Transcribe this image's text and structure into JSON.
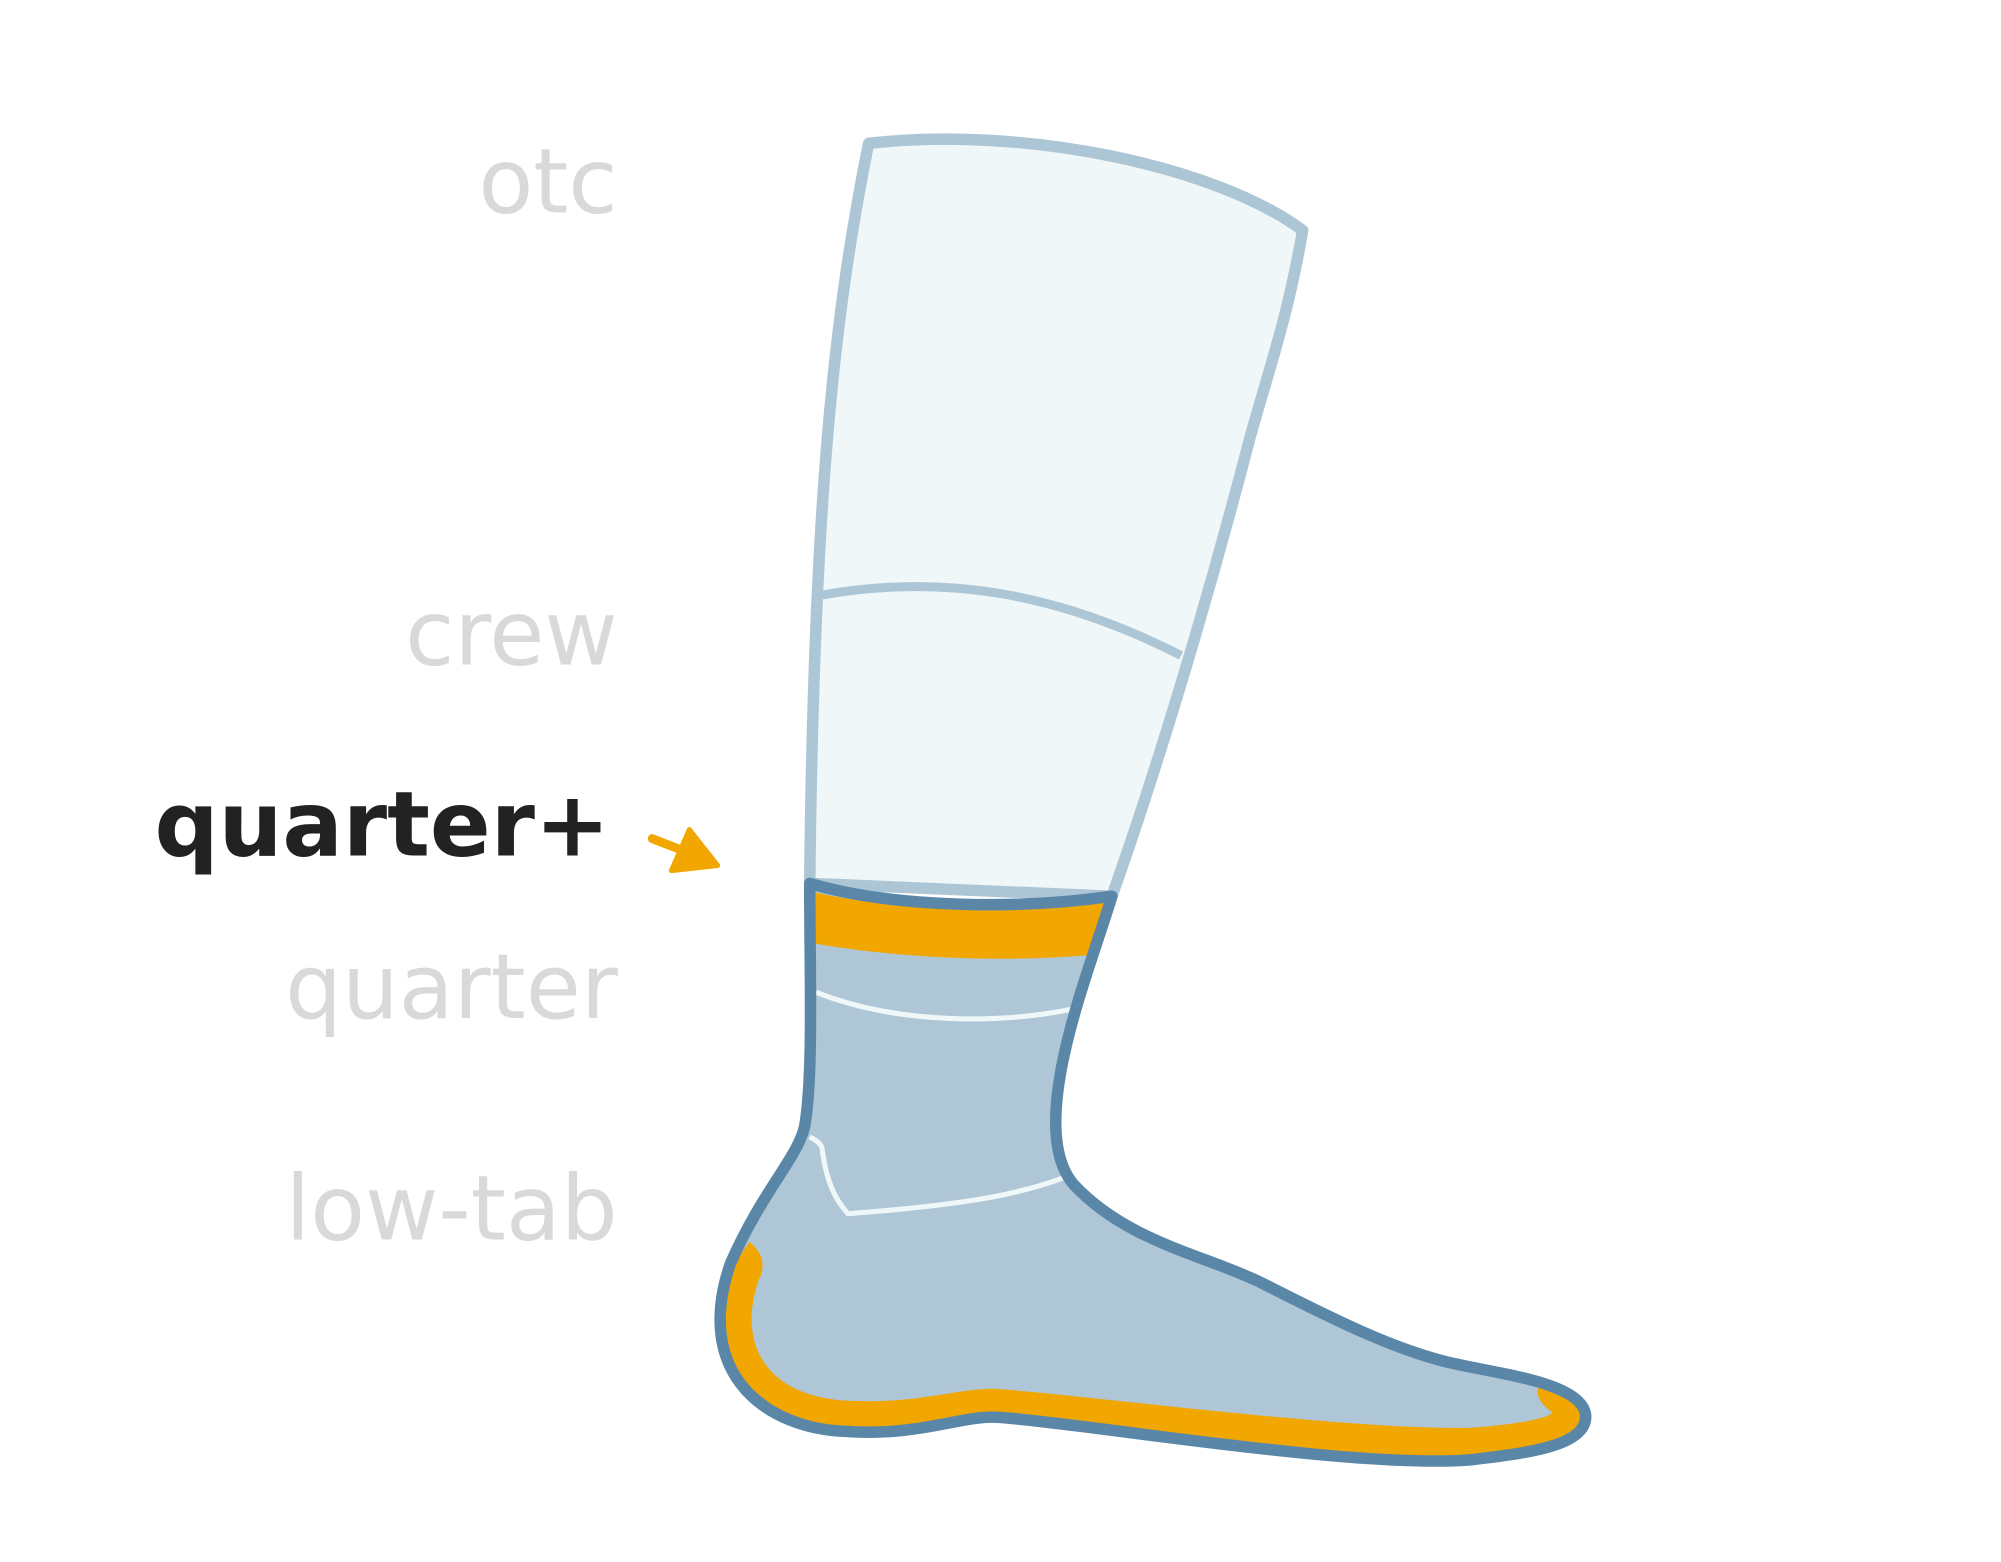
{
  "labels": {
    "otc": "otc",
    "crew": "crew",
    "quarter_plus": "quarter+",
    "quarter": "quarter",
    "low_tab": "low-tab"
  },
  "selected": "quarter+",
  "colors": {
    "leg_fill": "#eff7f9",
    "leg_outline": "#adc6d6",
    "sock_fill": "#aec6d6",
    "sock_outline": "#5a87a8",
    "accent": "#f2a700",
    "inactive_label": "#d9d9d9",
    "active_label": "#222222"
  },
  "icons": [
    "arrow-pointer-icon"
  ]
}
